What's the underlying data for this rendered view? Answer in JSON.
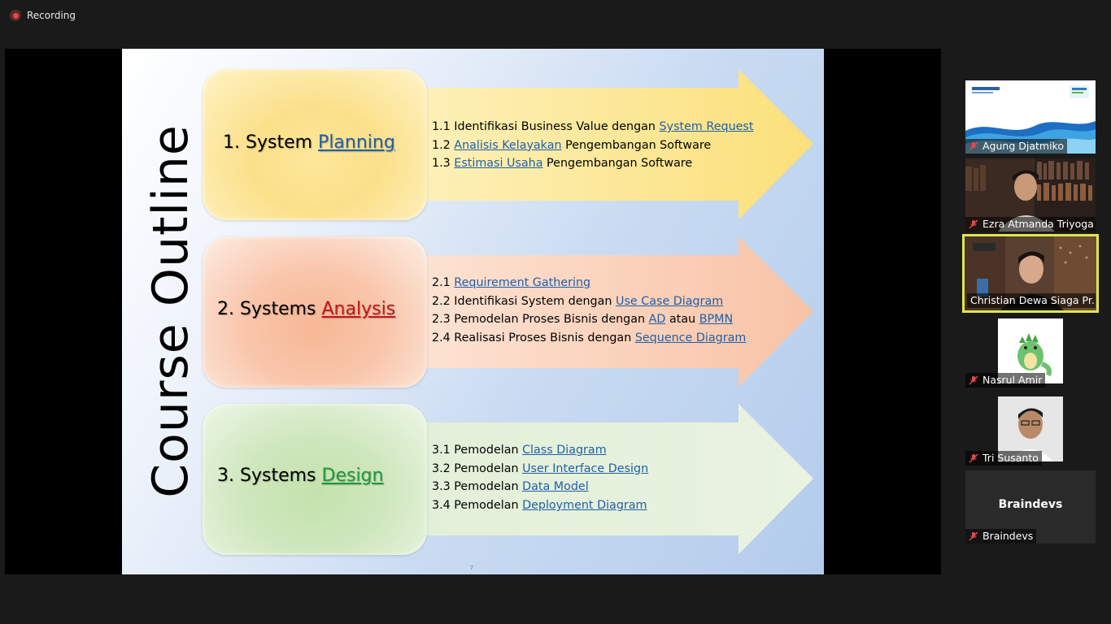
{
  "recording": {
    "label": "Recording",
    "icon": "record-icon"
  },
  "slide": {
    "title": "Course Outline",
    "page_number": "7",
    "sections": [
      {
        "number": "1.",
        "prefix": "System",
        "keyword": "Planning",
        "keyword_color": "#1f5fa8",
        "items": [
          {
            "pre": "1.1 Identifikasi Business Value dengan ",
            "link": "System Request",
            "post": ""
          },
          {
            "pre": "1.2 ",
            "link": "Analisis Kelayakan",
            "post": " Pengembangan Software"
          },
          {
            "pre": "1.3 ",
            "link": "Estimasi Usaha",
            "post": " Pengembangan Software"
          }
        ]
      },
      {
        "number": "2.",
        "prefix": "Systems",
        "keyword": "Analysis",
        "keyword_color": "#c0181d",
        "items": [
          {
            "pre": "2.1 ",
            "link": "Requirement Gathering",
            "post": ""
          },
          {
            "pre": "2.2 Identifikasi System dengan ",
            "link": "Use Case Diagram",
            "post": ""
          },
          {
            "pre": "2.3 Pemodelan Proses Bisnis dengan ",
            "link": "AD",
            "post": " atau ",
            "link2": "BPMN"
          },
          {
            "pre": "2.4 Realisasi Proses Bisnis dengan ",
            "link": "Sequence Diagram",
            "post": ""
          }
        ]
      },
      {
        "number": "3.",
        "prefix": "Systems",
        "keyword": "Design",
        "keyword_color": "#1d9a3a",
        "items": [
          {
            "pre": "3.1 Pemodelan ",
            "link": "Class Diagram",
            "post": ""
          },
          {
            "pre": "3.2 Pemodelan ",
            "link": "User Interface Design",
            "post": ""
          },
          {
            "pre": "3.3 Pemodelan ",
            "link": "Data Model",
            "post": ""
          },
          {
            "pre": "3.4 Pemodelan ",
            "link": "Deployment Diagram",
            "post": ""
          }
        ]
      }
    ]
  },
  "participants": [
    {
      "name": "Agung Djatmiko",
      "muted": true,
      "video": "slide-thumbnail"
    },
    {
      "name": "Ezra Atmanda Triyoga",
      "muted": true,
      "video": "camera"
    },
    {
      "name": "Christian Dewa Siaga Pr...",
      "muted": false,
      "video": "camera",
      "active_speaker": true
    },
    {
      "name": "Nasrul Amir",
      "muted": true,
      "video": "avatar-dinosaur"
    },
    {
      "name": "Tri Susanto",
      "muted": true,
      "video": "photo"
    },
    {
      "name": "Braindevs",
      "muted": true,
      "video": "none",
      "center_label": "Braindevs"
    }
  ],
  "colors": {
    "active_speaker_border": "#dfe650",
    "muted_icon": "#e5484d",
    "section1": "#fde58f",
    "section2": "#f9c1a5",
    "section3": "#cfe7bd"
  }
}
